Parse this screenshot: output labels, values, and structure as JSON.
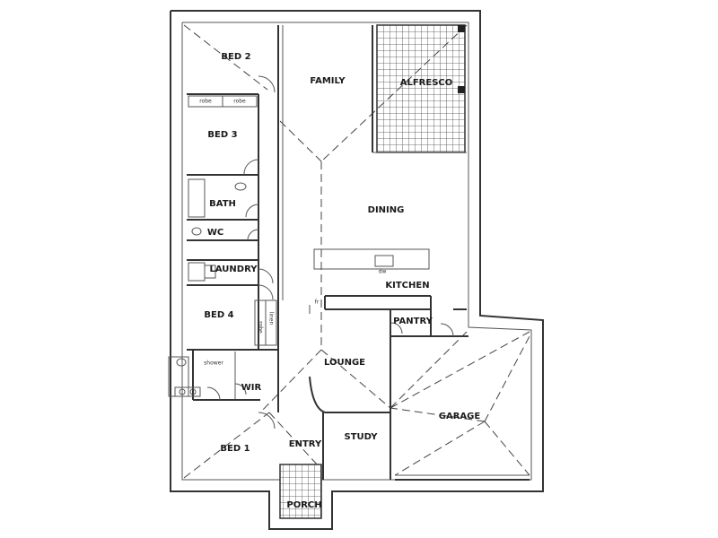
{
  "rooms": {
    "bed2": "BED 2",
    "family": "FAMILY",
    "alfresco": "ALFRESCO",
    "bed3": "BED 3",
    "bath": "BATH",
    "wc": "WC",
    "dining": "DINING",
    "laundry": "LAUNDRY",
    "kitchen": "KITCHEN",
    "bed4": "BED 4",
    "pantry": "PANTRY",
    "lounge": "LOUNGE",
    "wir": "WIR",
    "garage": "GARAGE",
    "bed1": "BED 1",
    "entry": "ENTRY",
    "study": "STUDY",
    "porch": "PORCH"
  },
  "fixtures": {
    "robe1": "robe",
    "robe2": "robe",
    "robe3": "robe",
    "linen": "linen",
    "shower": "shower",
    "dw": "dw",
    "fr": "fr"
  }
}
